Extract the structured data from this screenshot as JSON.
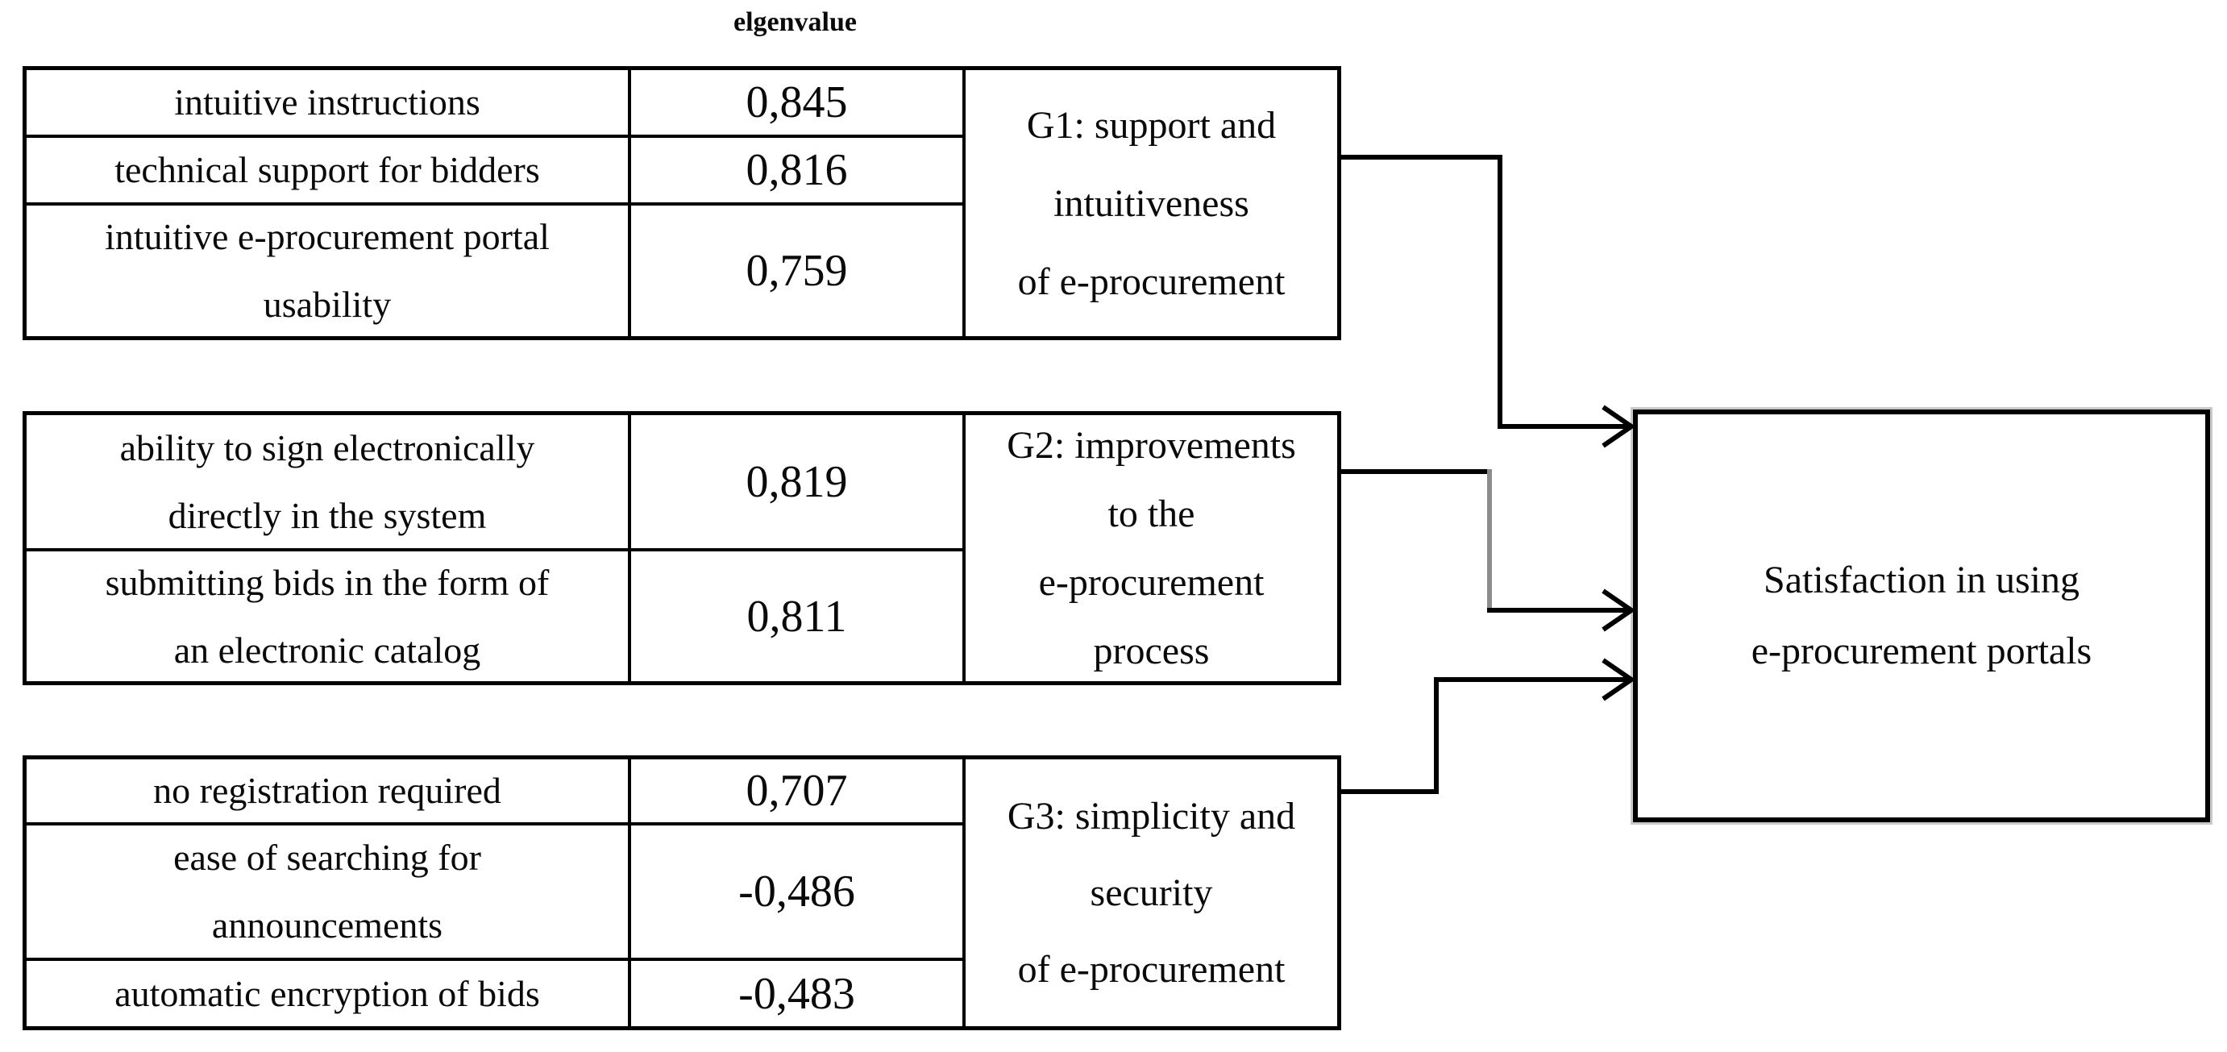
{
  "diagram": {
    "header": {
      "eigenvalue_label": "elgenvalue"
    },
    "groups": [
      {
        "id": "G1",
        "label_lines": [
          "G1: support and",
          "intuitiveness",
          "of e-procurement"
        ],
        "rows": [
          {
            "lines": [
              "intuitive instructions"
            ],
            "value": "0,845"
          },
          {
            "lines": [
              "technical support for bidders"
            ],
            "value": "0,816"
          },
          {
            "lines": [
              "intuitive e-procurement portal",
              "usability"
            ],
            "value": "0,759"
          }
        ]
      },
      {
        "id": "G2",
        "label_lines": [
          "G2: improvements",
          "to the",
          "e-procurement",
          "process"
        ],
        "rows": [
          {
            "lines": [
              "ability to sign electronically",
              "directly in the system"
            ],
            "value": "0,819"
          },
          {
            "lines": [
              "submitting bids in the form of",
              "an electronic catalog"
            ],
            "value": "0,811"
          }
        ]
      },
      {
        "id": "G3",
        "label_lines": [
          "G3: simplicity and",
          "security",
          "of e-procurement"
        ],
        "rows": [
          {
            "lines": [
              "no registration required"
            ],
            "value": "0,707"
          },
          {
            "lines": [
              "ease of searching for",
              "announcements"
            ],
            "value": "-0,486"
          },
          {
            "lines": [
              "automatic encryption of bids"
            ],
            "value": "-0,483"
          }
        ]
      }
    ],
    "outcome": {
      "label_lines": [
        "Satisfaction in using",
        "e-procurement portals"
      ]
    },
    "connections": [
      {
        "from": "G1",
        "to": "Satisfaction in using e-procurement portals"
      },
      {
        "from": "G2",
        "to": "Satisfaction in using e-procurement portals"
      },
      {
        "from": "G3",
        "to": "Satisfaction in using e-procurement portals"
      }
    ],
    "colors": {
      "line": "#000000",
      "gray_segment": "#8c8c8c",
      "text": "#0a0a0a",
      "background": "#ffffff"
    }
  }
}
